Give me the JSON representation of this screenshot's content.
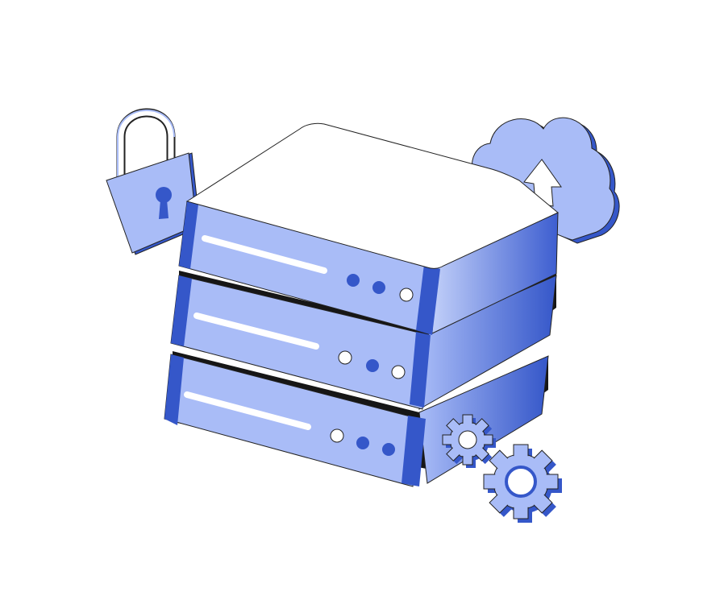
{
  "illustration": {
    "subject": "server-stack",
    "elements": [
      "padlock-icon",
      "cloud-upload-icon",
      "server-rack-unit",
      "server-rack-unit",
      "server-rack-unit",
      "gear-icon",
      "gear-icon"
    ]
  },
  "colors": {
    "background": "#ffffff",
    "light_blue": "#a9bcf7",
    "mid_blue": "#7f98ee",
    "dark_blue": "#3557c9",
    "black": "#161616",
    "white": "#ffffff",
    "outline": "#222222"
  },
  "servers": [
    {
      "leds": [
        "dark",
        "dark",
        "light"
      ]
    },
    {
      "leds": [
        "light",
        "dark",
        "light"
      ]
    },
    {
      "leds": [
        "light",
        "dark",
        "dark"
      ]
    }
  ]
}
